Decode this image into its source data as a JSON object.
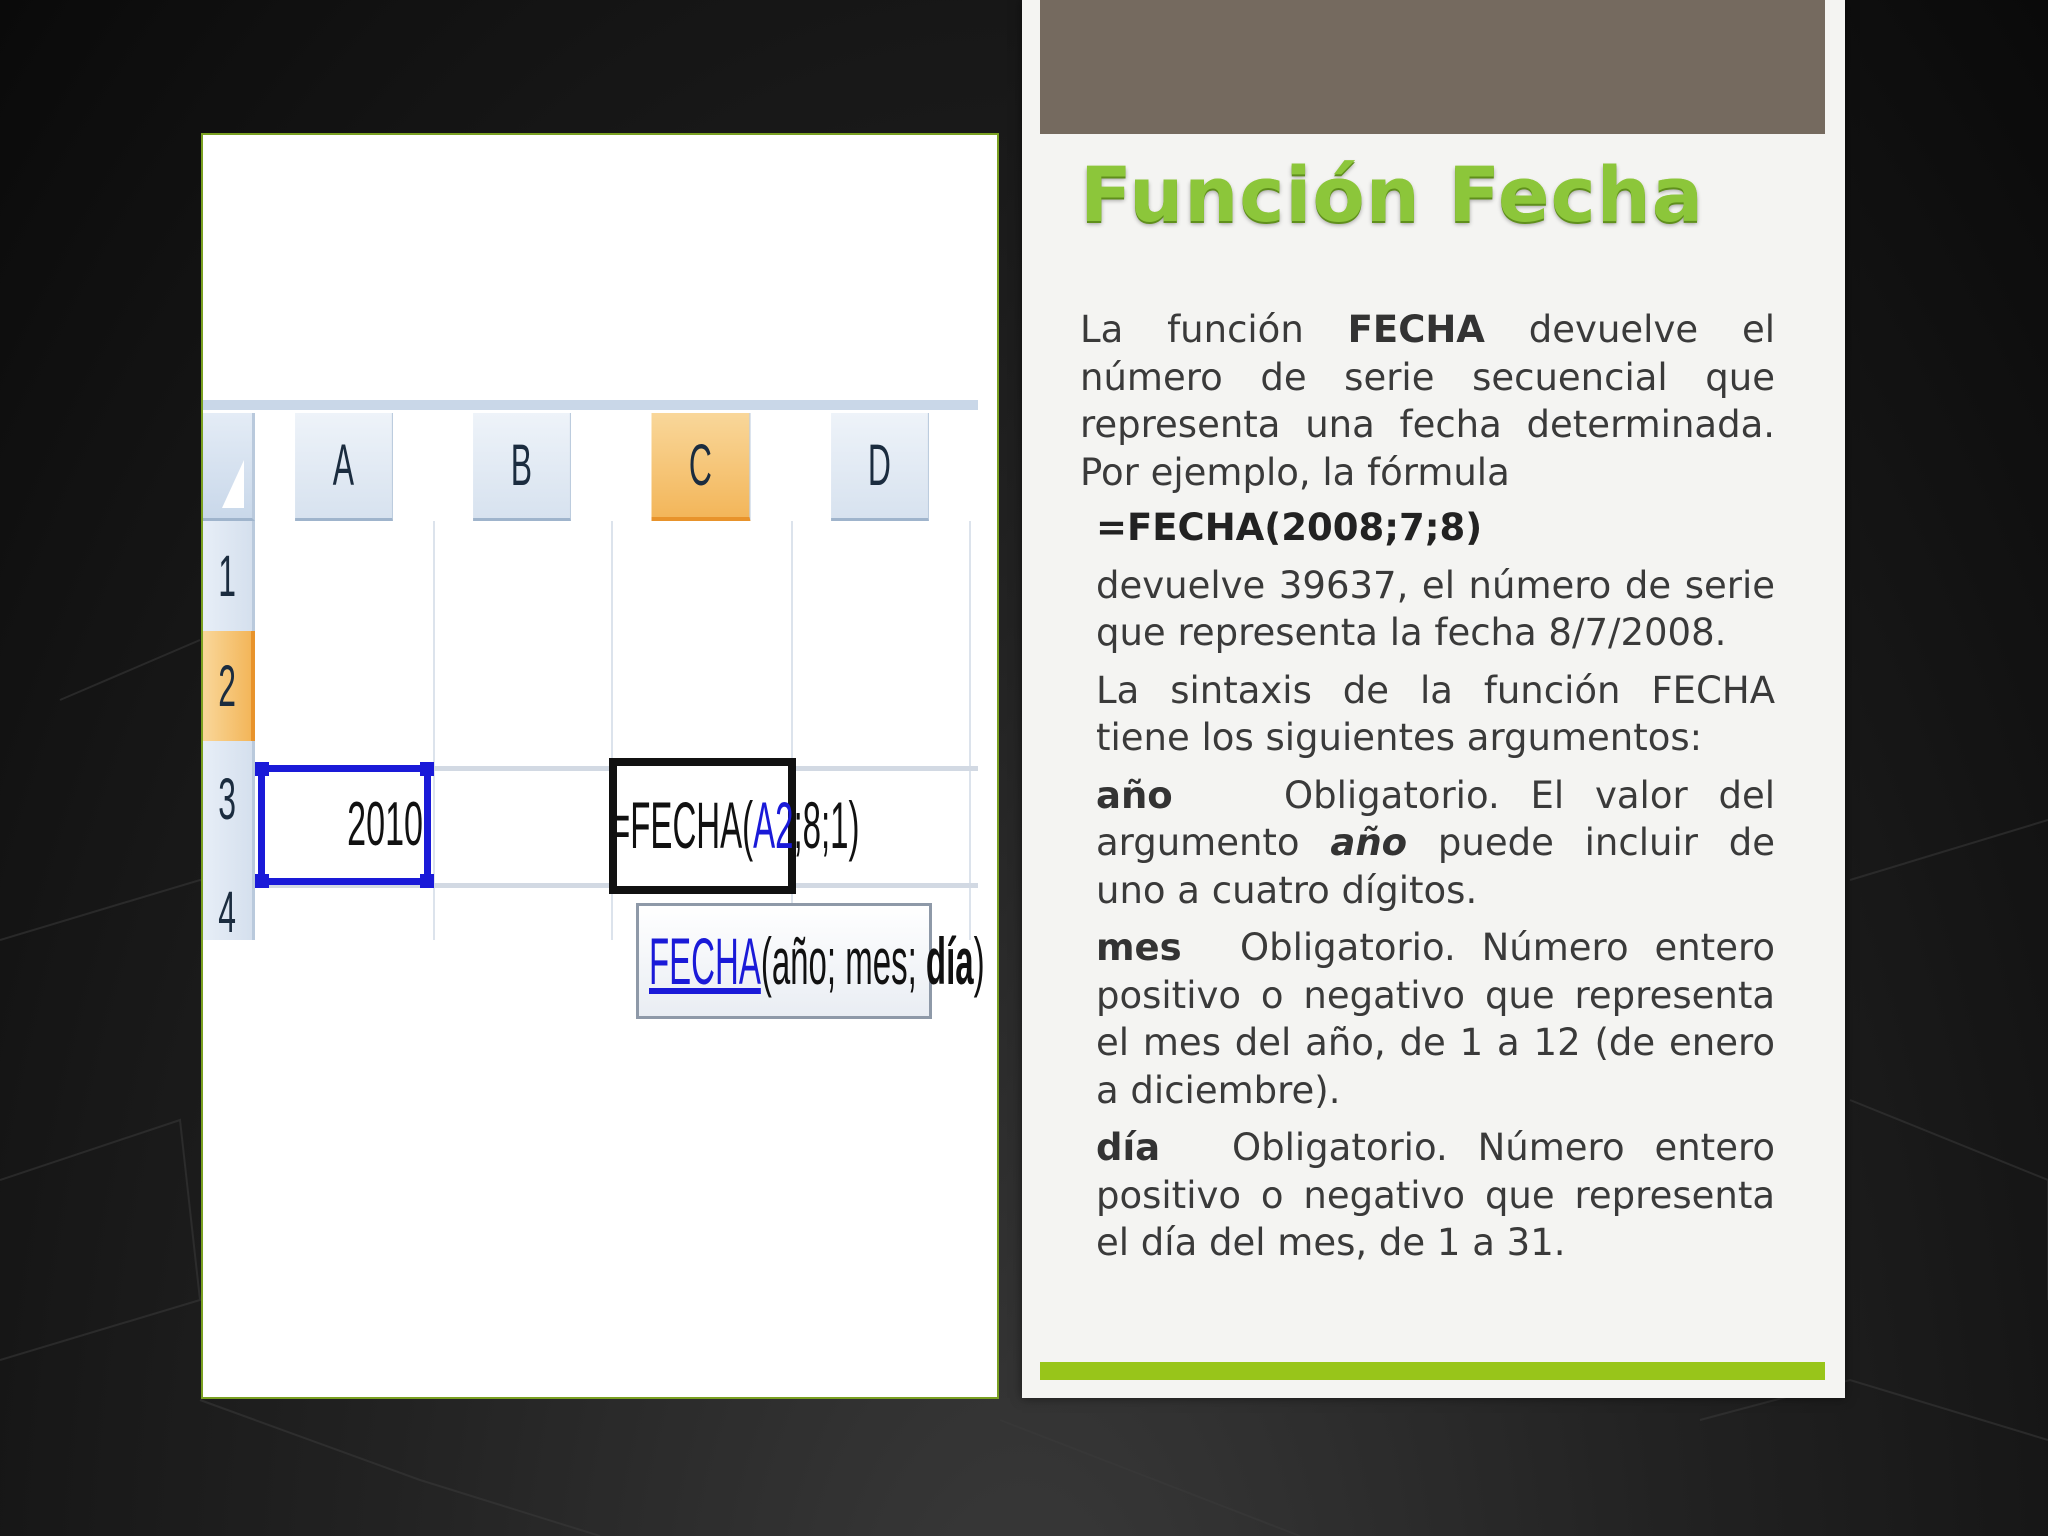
{
  "slide": {
    "title": "Función Fecha",
    "paragraph1": {
      "pre": "La función ",
      "strong": "FECHA",
      "post": " devuelve el número de serie secuencial que representa una fecha determinada. Por ejemplo, la fórmula"
    },
    "formula_example": "=FECHA(2008;7;8)",
    "paragraph2": "devuelve 39637, el número de serie que representa la fecha 8/7/2008.",
    "paragraph3": "La sintaxis de la función FECHA tiene los siguientes argumentos:",
    "arguments": [
      {
        "name": "año",
        "pre": "Obligatorio. El valor del argumento ",
        "em": "año",
        "post": " puede incluir de uno a cuatro dígitos."
      },
      {
        "name": "mes",
        "text": "Obligatorio. Número entero positivo o negativo que representa el mes del año, de 1 a 12 (de enero a diciembre)."
      },
      {
        "name": "día",
        "text": "Obligatorio. Número entero positivo o negativo que representa el día del mes, de 1 a 31."
      }
    ]
  },
  "spreadsheet": {
    "columns": [
      "A",
      "B",
      "C",
      "D"
    ],
    "rows": [
      "1",
      "2",
      "3",
      "4"
    ],
    "cell_A2": "2010",
    "cell_C2": {
      "prefix": "=FECHA(",
      "ref": "A2",
      "suffix": ";8;1)"
    },
    "tooltip": {
      "fn": "FECHA",
      "args": "(año; mes; ",
      "bold_arg": "día",
      "close": ")"
    }
  },
  "colors": {
    "title_green": "#8cc63a",
    "accent_green": "#98c51a",
    "header_band": "#756a5f",
    "selection_blue": "#1a1ad8",
    "header_orange": "#f3b65a"
  }
}
